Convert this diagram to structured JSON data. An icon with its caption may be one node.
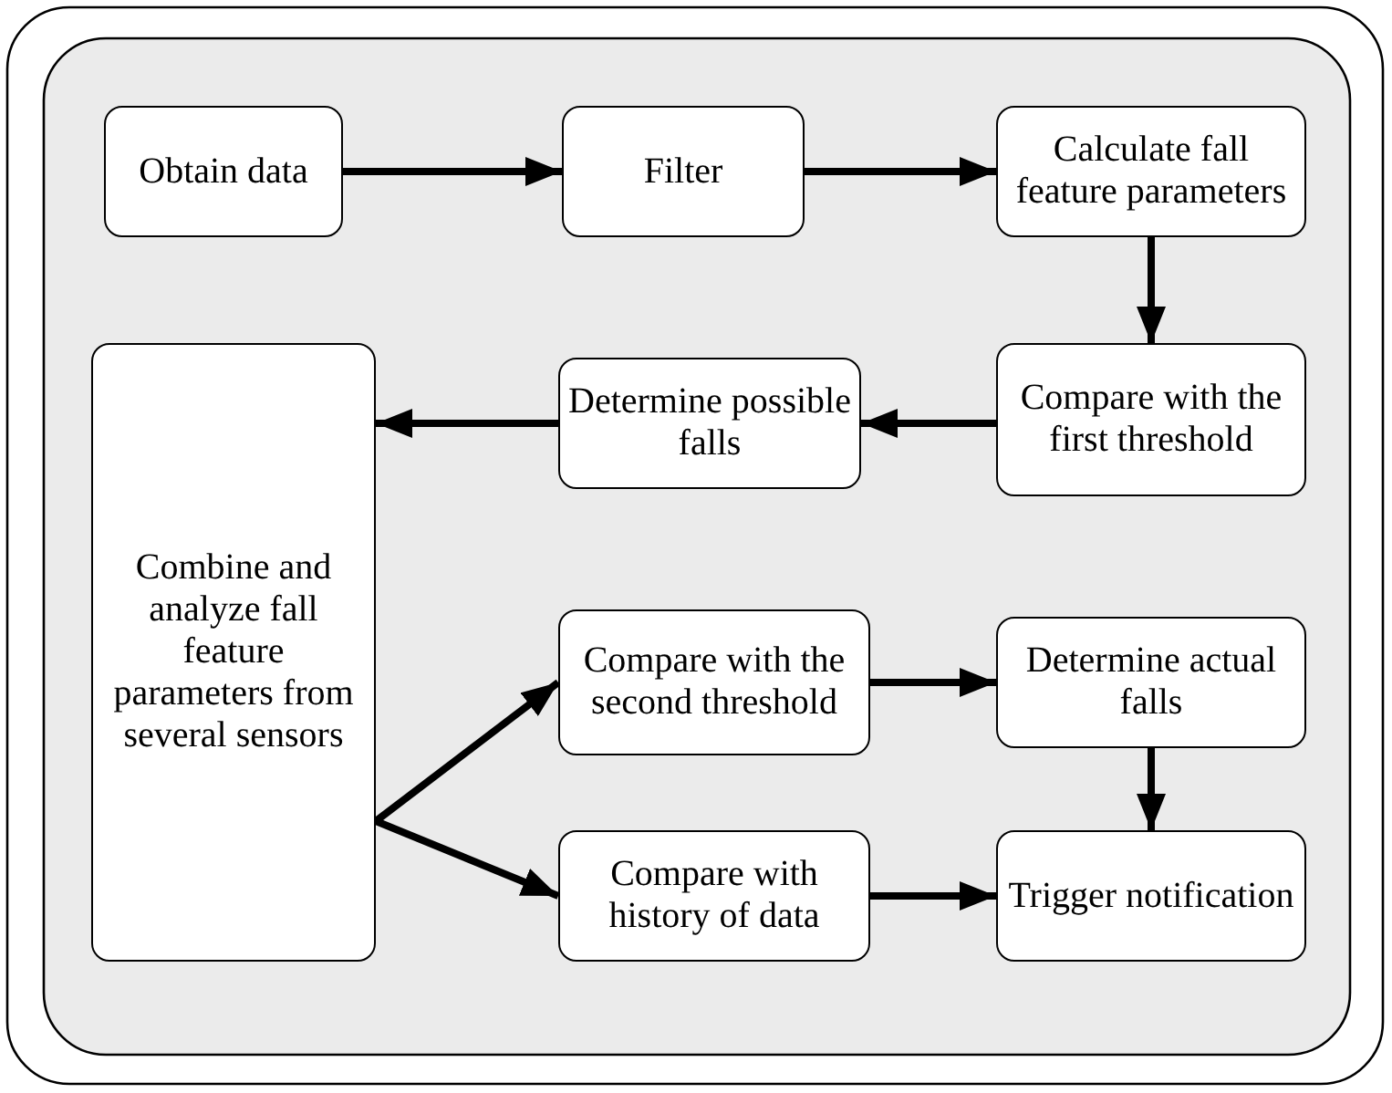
{
  "diagram": {
    "nodes": [
      {
        "text": [
          "Obtain data"
        ]
      },
      {
        "text": [
          "Filter"
        ]
      },
      {
        "text": [
          "Calculate fall feature parameters"
        ]
      },
      {
        "text": [
          "Compare with the first threshold"
        ]
      },
      {
        "text": [
          "Determine possible falls"
        ]
      },
      {
        "text": [
          "Combine and analyze fall feature parameters from several sensors"
        ]
      },
      {
        "text": [
          "Compare with the second threshold"
        ]
      },
      {
        "text": [
          "Determine actual falls"
        ]
      },
      {
        "text": [
          "Compare with history of data"
        ]
      },
      {
        "text": [
          "Trigger notification"
        ]
      }
    ],
    "edges": [
      {
        "from": 0,
        "to": 1,
        "arrow": "to"
      },
      {
        "from": 1,
        "to": 2,
        "arrow": "to"
      },
      {
        "from": 2,
        "to": 3,
        "arrow": "to"
      },
      {
        "from": 3,
        "to": 4,
        "arrow": "to"
      },
      {
        "from": 4,
        "to": 5,
        "arrow": "to"
      },
      {
        "from": 5,
        "to": 6,
        "arrow": "to"
      },
      {
        "from": 5,
        "to": 8,
        "arrow": "to"
      },
      {
        "from": 6,
        "to": 7,
        "arrow": "to"
      },
      {
        "from": 7,
        "to": 9,
        "arrow": "to"
      },
      {
        "from": 8,
        "to": 9,
        "arrow": "to"
      }
    ]
  }
}
